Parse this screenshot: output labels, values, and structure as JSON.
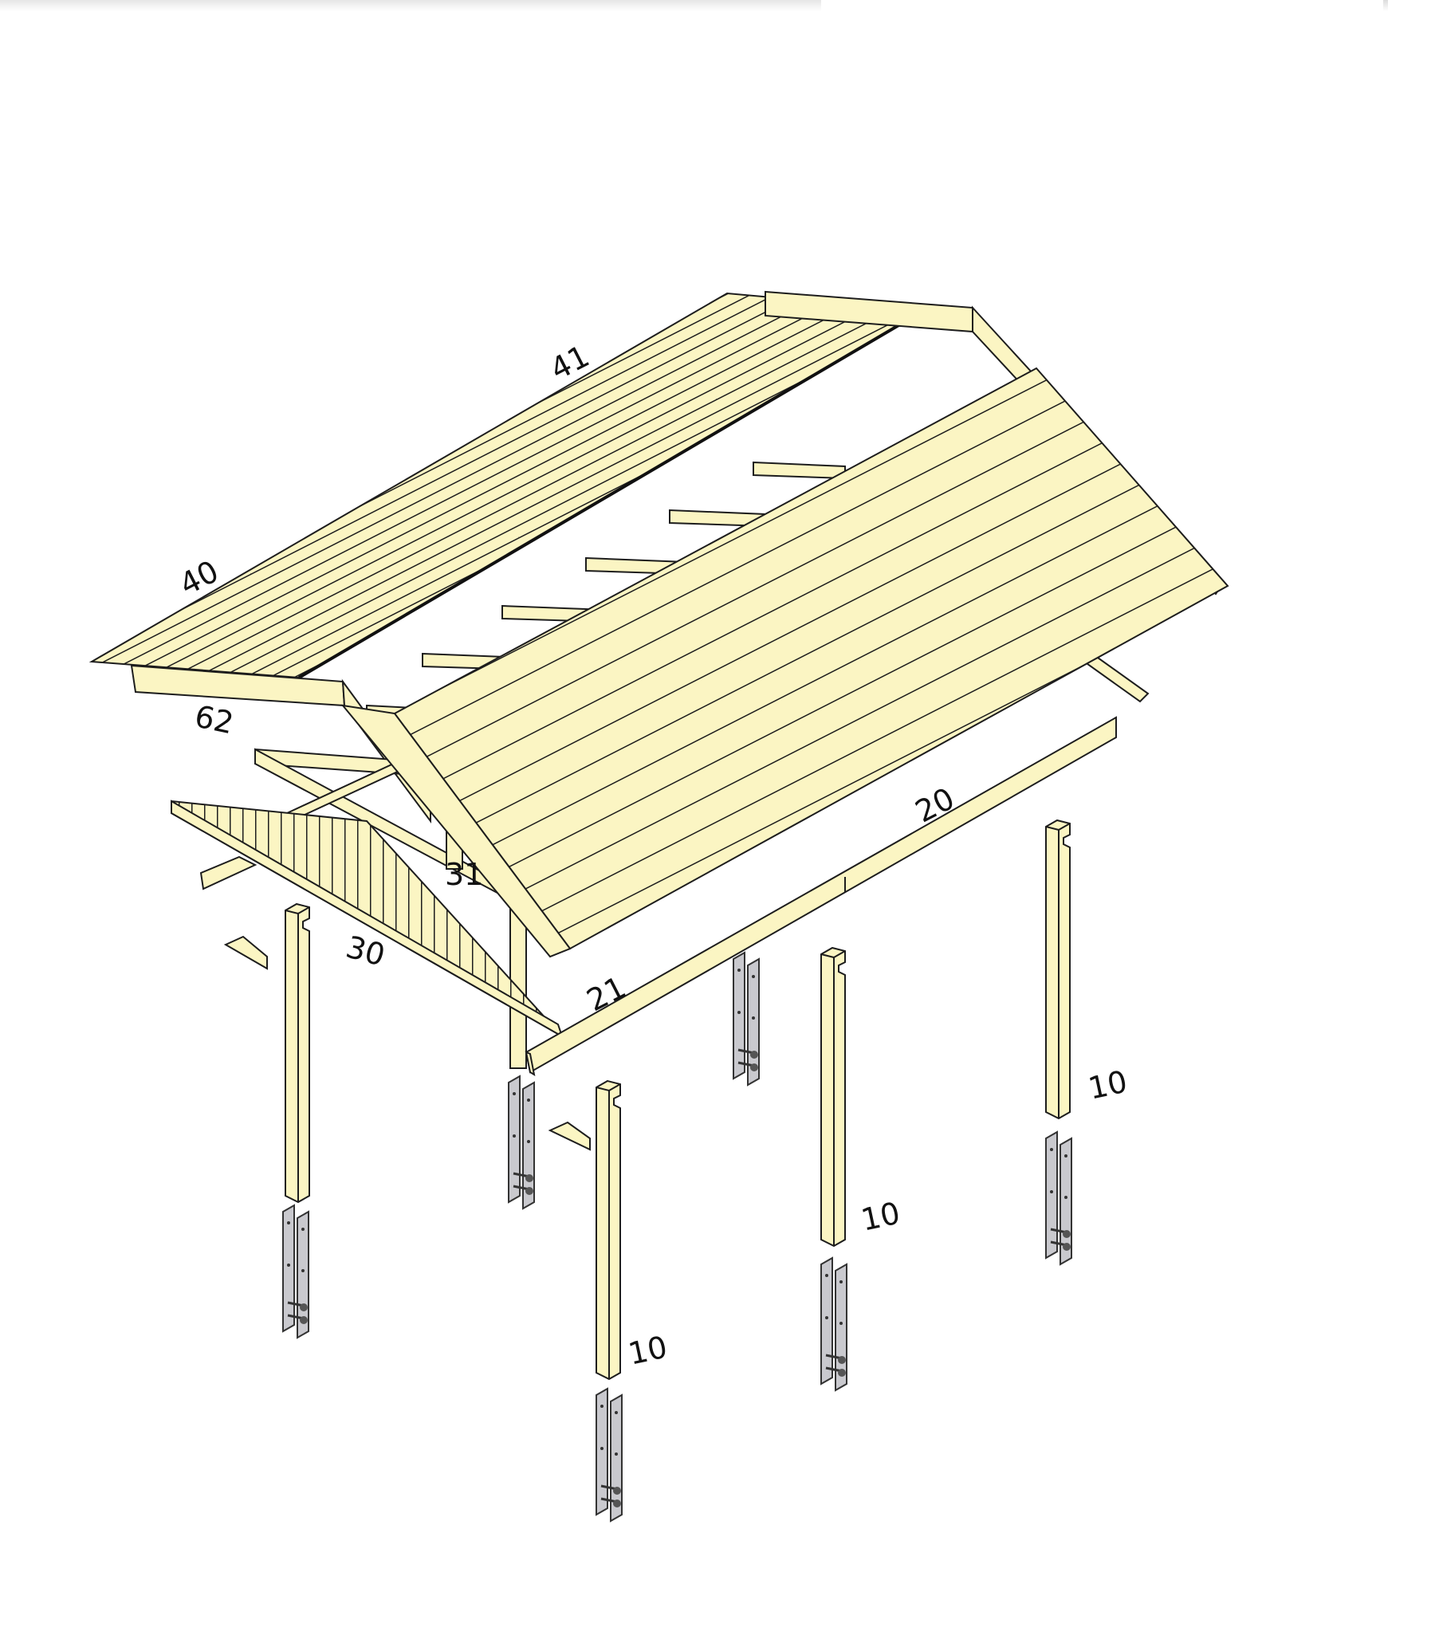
{
  "diagram": {
    "type": "exploded isometric assembly drawing",
    "subject": "gable-roof carport / pergola",
    "colors": {
      "timber": "#FBF5C3",
      "timber_line": "#1d1d1d",
      "metal": "#C9C9CE",
      "metal_line": "#333333",
      "label": "#111111",
      "background": "#FFFFFF"
    },
    "part_labels": [
      {
        "id": "41",
        "text": "41",
        "part": "roof panel (rear slope)"
      },
      {
        "id": "40",
        "text": "40",
        "part": "roof panel edge (rear slope)"
      },
      {
        "id": "62",
        "text": "62",
        "part": "fascia board"
      },
      {
        "id": "31",
        "text": "31",
        "part": "gable truss king post"
      },
      {
        "id": "30",
        "text": "30",
        "part": "gable cladding triangle"
      },
      {
        "id": "21",
        "text": "21",
        "part": "eave beam (front-left)"
      },
      {
        "id": "20",
        "text": "20",
        "part": "eave beam (front-right)"
      },
      {
        "id": "10a",
        "text": "10",
        "part": "post"
      },
      {
        "id": "10b",
        "text": "10",
        "part": "post"
      },
      {
        "id": "10c",
        "text": "10",
        "part": "post"
      },
      {
        "id": "10d",
        "text": "10",
        "part": "post"
      }
    ],
    "post_anchor_count": 6,
    "rafter_count": 7
  }
}
